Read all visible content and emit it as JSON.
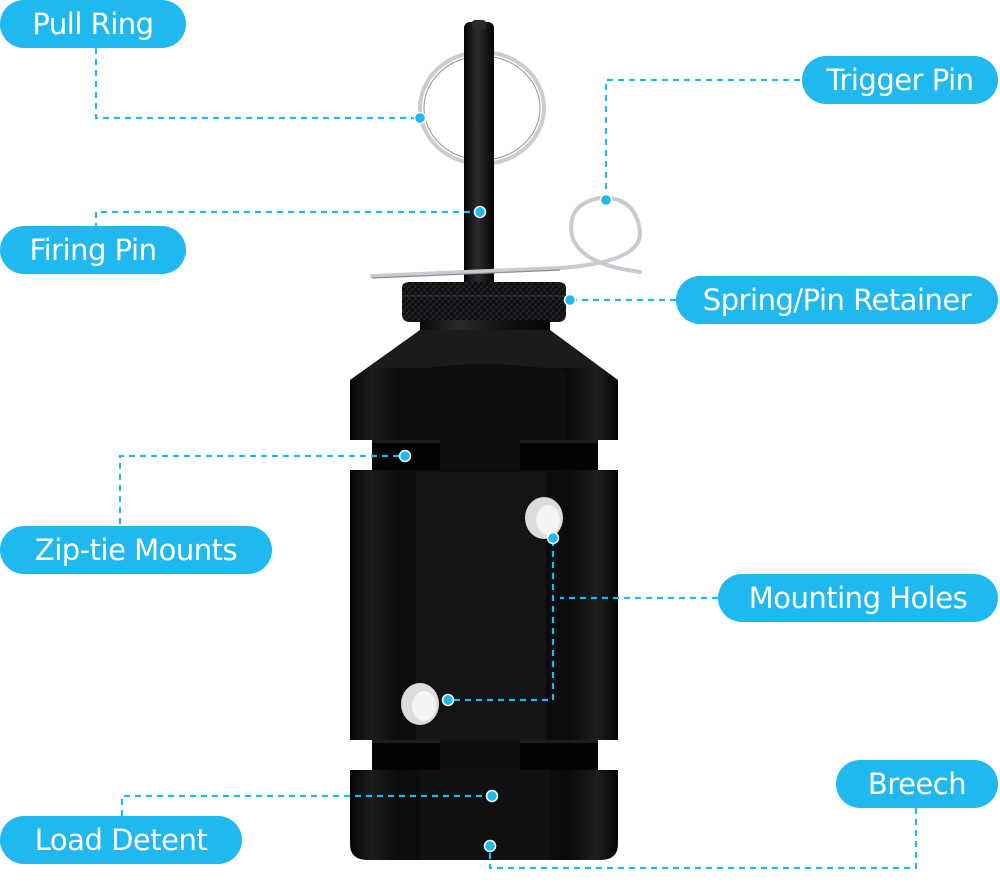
{
  "labels": {
    "pull_ring": "Pull Ring",
    "trigger_pin": "Trigger Pin",
    "firing_pin": "Firing Pin",
    "spring_pin_retainer": "Spring/Pin Retainer",
    "zip_tie_mounts": "Zip-tie Mounts",
    "mounting_holes": "Mounting Holes",
    "breech": "Breech",
    "load_detent": "Load Detent"
  },
  "colors": {
    "accent": "#1fb8ef",
    "body": "#0d0d0f",
    "background": "#ffffff"
  }
}
